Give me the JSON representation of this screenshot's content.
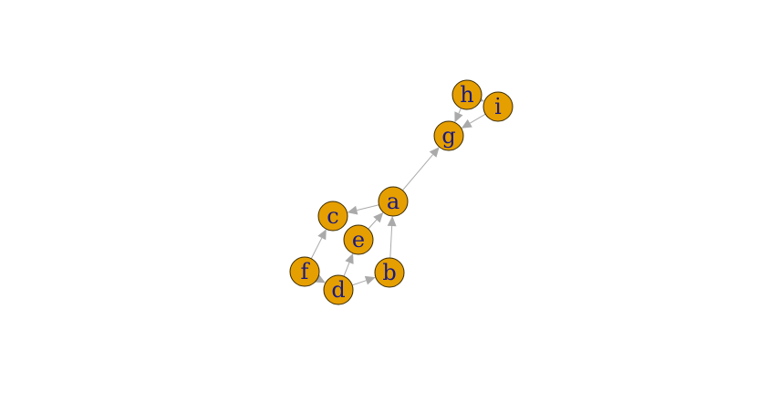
{
  "graph": {
    "nodes": [
      {
        "id": "a",
        "label": "a"
      },
      {
        "id": "b",
        "label": "b"
      },
      {
        "id": "c",
        "label": "c"
      },
      {
        "id": "d",
        "label": "d"
      },
      {
        "id": "e",
        "label": "e"
      },
      {
        "id": "f",
        "label": "f"
      },
      {
        "id": "g",
        "label": "g"
      },
      {
        "id": "h",
        "label": "h"
      },
      {
        "id": "i",
        "label": "i"
      }
    ],
    "edges": [
      {
        "from": "a",
        "to": "g"
      },
      {
        "from": "a",
        "to": "c"
      },
      {
        "from": "e",
        "to": "a"
      },
      {
        "from": "b",
        "to": "a"
      },
      {
        "from": "d",
        "to": "b"
      },
      {
        "from": "d",
        "to": "e"
      },
      {
        "from": "f",
        "to": "c"
      },
      {
        "from": "f",
        "to": "d"
      },
      {
        "from": "h",
        "to": "g"
      },
      {
        "from": "i",
        "to": "g"
      },
      {
        "from": "h",
        "to": "i"
      }
    ],
    "colors": {
      "node_fill": "#e69f00",
      "node_label": "#1a1a80",
      "edge": "#aaaaaa"
    }
  }
}
